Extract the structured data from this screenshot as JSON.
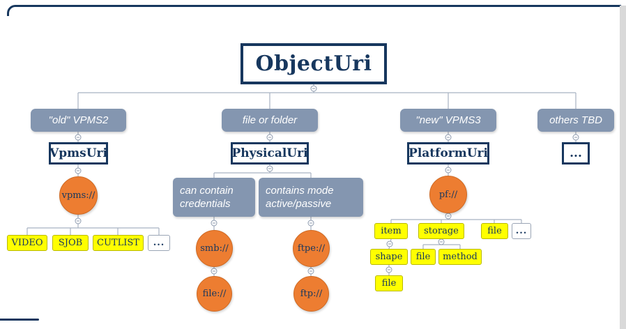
{
  "root": {
    "label": "ObjectUri"
  },
  "branches": {
    "vpms2": {
      "header": "\"old\" VPMS2",
      "uri_class": "VpmsUri",
      "scheme": "vpms://",
      "leaves": [
        "VIDEO",
        "SJOB",
        "CUTLIST",
        "..."
      ]
    },
    "physical": {
      "header": "file or folder",
      "uri_class": "PhysicalUri",
      "notes": [
        "can contain credentials",
        "contains mode active/passive"
      ],
      "schemes": [
        "smb://",
        "ftpe://",
        "file://",
        "ftp://"
      ]
    },
    "platform": {
      "header": "\"new\" VPMS3",
      "uri_class": "PlatformUri",
      "scheme": "pf://",
      "leaves": [
        "item",
        "storage",
        "file",
        "..."
      ],
      "sub_leaves": [
        "shape",
        "file",
        "method"
      ],
      "deep_leaves": [
        "file"
      ]
    },
    "others": {
      "header": "others TBD",
      "uri_class": "..."
    }
  },
  "colors": {
    "navy": "#17375E",
    "topic_header_fill": "#8496B0",
    "scheme_circle_fill": "#ED7D31",
    "leaf_fill": "#FFFF00",
    "connector": "#A8B2C2"
  }
}
